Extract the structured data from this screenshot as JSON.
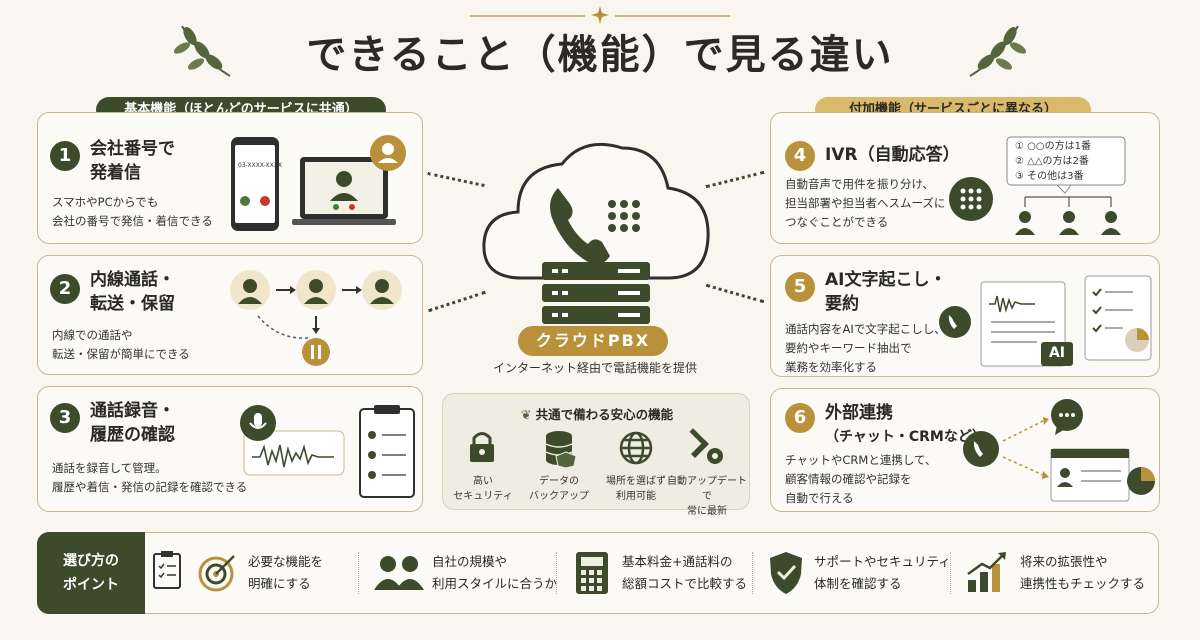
{
  "title": "できること（機能）で見る違い",
  "basic_pill": "基本機能（ほとんどのサービスに共通）",
  "addon_pill": "付加機能（サービスごとに異なる）",
  "cards": [
    {
      "num": "1",
      "title": [
        "会社番号で",
        "発着信"
      ],
      "desc": [
        "スマホやPCからでも",
        "会社の番号で発信・着信できる"
      ],
      "phone_number": "03-XXXX-XXXX"
    },
    {
      "num": "2",
      "title": [
        "内線通話・",
        "転送・保留"
      ],
      "desc": [
        "内線での通話や",
        "転送・保留が簡単にできる"
      ]
    },
    {
      "num": "3",
      "title": [
        "通話録音・",
        "履歴の確認"
      ],
      "desc": [
        "通話を録音して管理。",
        "履歴や着信・発信の記録を確認できる"
      ]
    },
    {
      "num": "4",
      "title": [
        "IVR（自動応答）"
      ],
      "desc": [
        "自動音声で用件を振り分け、",
        "担当部署や担当者へスムーズに",
        "つなぐことができる"
      ],
      "ivr_options": [
        "① ○○の方は1番",
        "② △△の方は2番",
        "③ その他は3番"
      ]
    },
    {
      "num": "5",
      "title": [
        "AI文字起こし・",
        "要約"
      ],
      "desc": [
        "通話内容をAIで文字起こしし、",
        "要約やキーワード抽出で",
        "業務を効率化する"
      ],
      "ai_label": "AI"
    },
    {
      "num": "6",
      "title": [
        "外部連携",
        "（チャット・CRMなど）"
      ],
      "desc": [
        "チャットやCRMと連携して、",
        "顧客情報の確認や記録を",
        "自動で行える"
      ]
    }
  ],
  "center": {
    "label": "クラウドPBX",
    "subtitle": "インターネット経由で電話機能を提供"
  },
  "common": {
    "title": "共通で備わる安心の機能",
    "items": [
      {
        "icon": "lock-icon",
        "lines": [
          "高い",
          "セキュリティ"
        ]
      },
      {
        "icon": "database-icon",
        "lines": [
          "データの",
          "バックアップ"
        ]
      },
      {
        "icon": "globe-icon",
        "lines": [
          "場所を選ばず",
          "利用可能"
        ]
      },
      {
        "icon": "gear-icon",
        "lines": [
          "自動アップデートで",
          "常に最新"
        ]
      }
    ]
  },
  "points": {
    "label": [
      "選び方の",
      "ポイント"
    ],
    "items": [
      {
        "icon": "target-icon",
        "lines": [
          "必要な機能を",
          "明確にする"
        ]
      },
      {
        "icon": "people-icon",
        "lines": [
          "自社の規模や",
          "利用スタイルに合うか"
        ]
      },
      {
        "icon": "calculator-icon",
        "lines": [
          "基本料金+通話料の",
          "総額コストで比較する"
        ]
      },
      {
        "icon": "shield-icon",
        "lines": [
          "サポートやセキュリティ",
          "体制を確認する"
        ]
      },
      {
        "icon": "growth-chart-icon",
        "lines": [
          "将来の拡張性や",
          "連携性もチェックする"
        ]
      }
    ]
  },
  "colors": {
    "green": "#3d4a2c",
    "gold": "#b8913a",
    "border": "#c9b98c",
    "background": "#f8f6ef"
  }
}
